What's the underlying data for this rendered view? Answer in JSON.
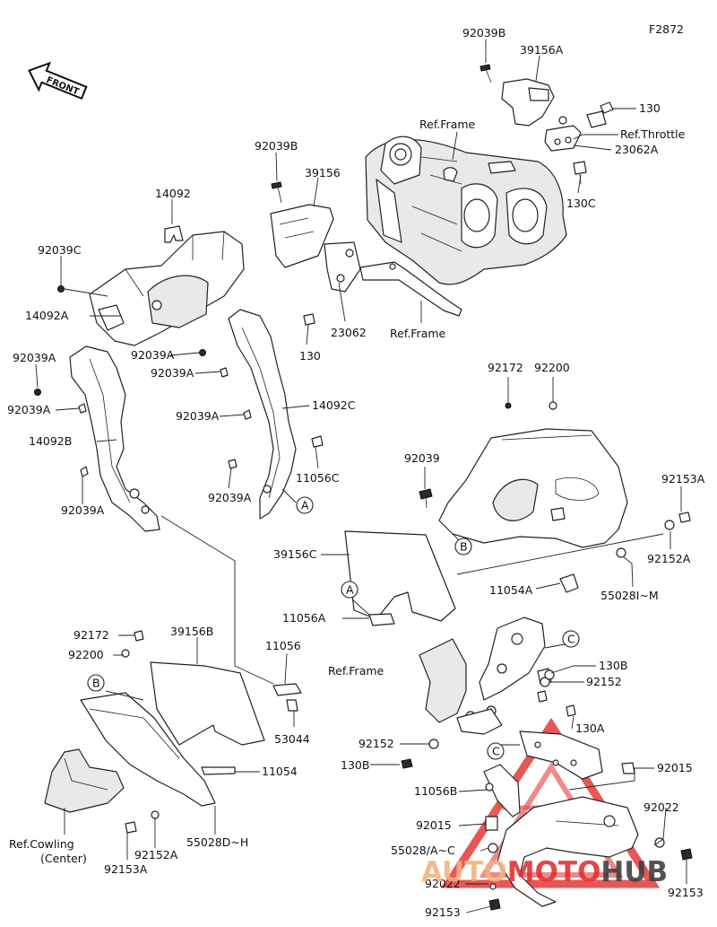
{
  "figure_code": "F2872",
  "front_label": "FRONT",
  "labels": [
    {
      "id": "l1",
      "text": "92039B"
    },
    {
      "id": "l2",
      "text": "39156A"
    },
    {
      "id": "l3",
      "text": "130"
    },
    {
      "id": "l4",
      "text": "Ref.Frame"
    },
    {
      "id": "l5",
      "text": "Ref.Throttle"
    },
    {
      "id": "l6",
      "text": "23062A"
    },
    {
      "id": "l7",
      "text": "130C"
    },
    {
      "id": "l8",
      "text": "92039B"
    },
    {
      "id": "l9",
      "text": "39156"
    },
    {
      "id": "l10",
      "text": "14092"
    },
    {
      "id": "l11",
      "text": "92039C"
    },
    {
      "id": "l12",
      "text": "14092A"
    },
    {
      "id": "l13",
      "text": "92039A"
    },
    {
      "id": "l14",
      "text": "92039A"
    },
    {
      "id": "l15",
      "text": "92039A"
    },
    {
      "id": "l16",
      "text": "14092B"
    },
    {
      "id": "l17",
      "text": "92039A"
    },
    {
      "id": "l18",
      "text": "92039A"
    },
    {
      "id": "l19",
      "text": "92039A"
    },
    {
      "id": "l20",
      "text": "14092C"
    },
    {
      "id": "l21",
      "text": "11056C"
    },
    {
      "id": "l22",
      "text": "92039A"
    },
    {
      "id": "l23",
      "text": "130"
    },
    {
      "id": "l24",
      "text": "23062"
    },
    {
      "id": "l25",
      "text": "Ref.Frame"
    },
    {
      "id": "l26",
      "text": "92172"
    },
    {
      "id": "l27",
      "text": "92200"
    },
    {
      "id": "l28",
      "text": "92039"
    },
    {
      "id": "l29",
      "text": "92153A"
    },
    {
      "id": "l30",
      "text": "39156C"
    },
    {
      "id": "l31",
      "text": "92152A"
    },
    {
      "id": "l32",
      "text": "11054A"
    },
    {
      "id": "l33",
      "text": "55028I~M"
    },
    {
      "id": "l34",
      "text": "11056A"
    },
    {
      "id": "l35",
      "text": "92172"
    },
    {
      "id": "l36",
      "text": "92200"
    },
    {
      "id": "l37",
      "text": "39156B"
    },
    {
      "id": "l38",
      "text": "11056"
    },
    {
      "id": "l39",
      "text": "53044"
    },
    {
      "id": "l40",
      "text": "11054"
    },
    {
      "id": "l41",
      "text": "Ref.Cowling"
    },
    {
      "id": "l42",
      "text": "(Center)"
    },
    {
      "id": "l43",
      "text": "92152A"
    },
    {
      "id": "l44",
      "text": "92153A"
    },
    {
      "id": "l45",
      "text": "55028D~H"
    },
    {
      "id": "l46",
      "text": "Ref.Frame"
    },
    {
      "id": "l47",
      "text": "130B"
    },
    {
      "id": "l48",
      "text": "92152"
    },
    {
      "id": "l49",
      "text": "130A"
    },
    {
      "id": "l50",
      "text": "92152"
    },
    {
      "id": "l51",
      "text": "130B"
    },
    {
      "id": "l52",
      "text": "92015"
    },
    {
      "id": "l53",
      "text": "11056B"
    },
    {
      "id": "l54",
      "text": "92022"
    },
    {
      "id": "l55",
      "text": "92015"
    },
    {
      "id": "l56",
      "text": "55028/A~C"
    },
    {
      "id": "l57",
      "text": "92153"
    },
    {
      "id": "l58",
      "text": "92022"
    },
    {
      "id": "l59",
      "text": "92153"
    }
  ],
  "callouts": [
    {
      "id": "c1",
      "text": "A"
    },
    {
      "id": "c2",
      "text": "A"
    },
    {
      "id": "c3",
      "text": "B"
    },
    {
      "id": "c4",
      "text": "B"
    },
    {
      "id": "c5",
      "text": "C"
    },
    {
      "id": "c6",
      "text": "C"
    }
  ],
  "watermark": {
    "brand": "AUTOMOTOHUB",
    "part1": "AUTO",
    "part2": "MOTO",
    "part3": "HUB",
    "color_light": "#f3b27a",
    "color_red": "#e32d2d",
    "color_dark": "#3c3c3c"
  }
}
